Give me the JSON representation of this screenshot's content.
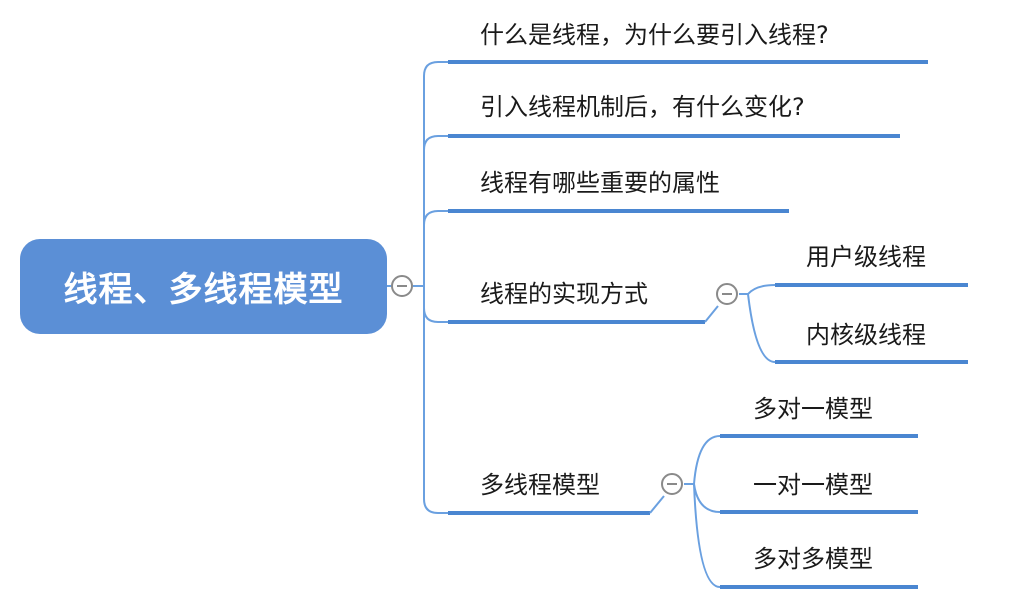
{
  "mindmap": {
    "root": {
      "label": "线程、多线程模型"
    },
    "branches": [
      {
        "label": "什么是线程，为什么要引入线程?"
      },
      {
        "label": "引入线程机制后，有什么变化?"
      },
      {
        "label": "线程有哪些重要的属性"
      },
      {
        "label": "线程的实现方式",
        "children": [
          {
            "label": "用户级线程"
          },
          {
            "label": "内核级线程"
          }
        ]
      },
      {
        "label": "多线程模型",
        "children": [
          {
            "label": "多对一模型"
          },
          {
            "label": "一对一模型"
          },
          {
            "label": "多对多模型"
          }
        ]
      }
    ]
  },
  "colors": {
    "root_fill": "#5b8fd6",
    "branch_line": "#4a86d1",
    "connector": "#6aa0e0",
    "toggle": "#8a8a8a"
  }
}
